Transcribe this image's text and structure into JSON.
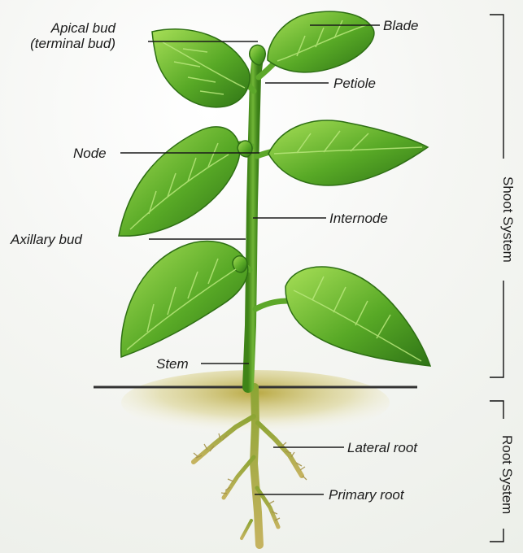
{
  "labels": {
    "apical_bud_line1": "Apical bud",
    "apical_bud_line2": "(terminal bud)",
    "blade": "Blade",
    "petiole": "Petiole",
    "node": "Node",
    "internode": "Internode",
    "axillary_bud": "Axillary bud",
    "stem": "Stem",
    "lateral_root": "Lateral root",
    "primary_root": "Primary root"
  },
  "systems": {
    "shoot": "Shoot System",
    "root": "Root System"
  },
  "colors": {
    "leaf_dark": "#3f8a18",
    "leaf_light": "#8fd14a",
    "stem": "#4f9a22",
    "root": "#b2a24a",
    "soil": "#9f8f28",
    "line": "#1a1a1a"
  }
}
